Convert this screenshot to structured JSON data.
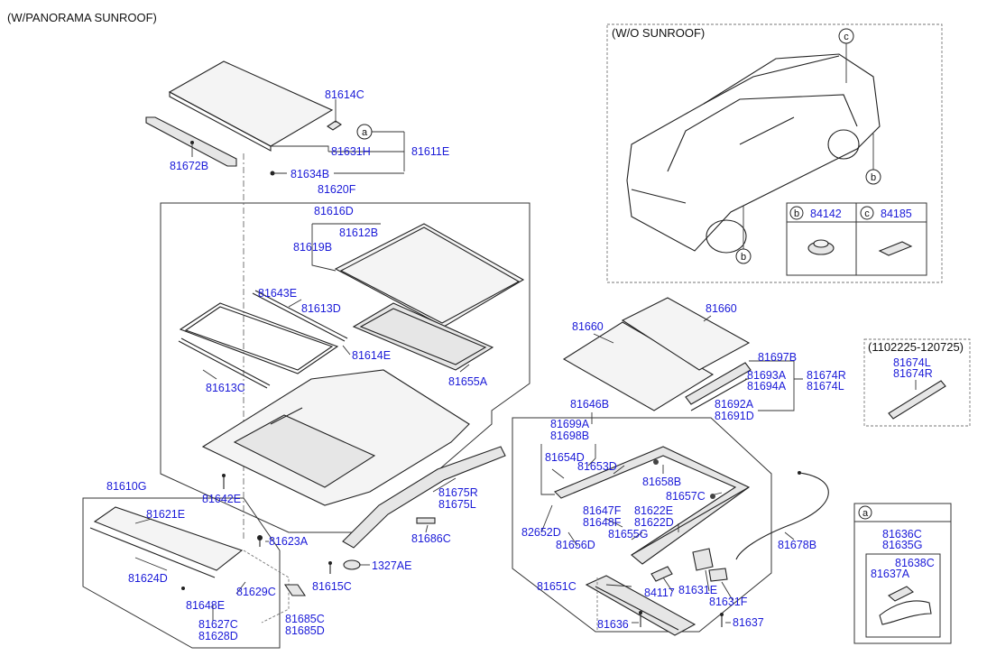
{
  "header": {
    "variant": "(W/PANORAMA SUNROOF)"
  },
  "inset_wo_sunroof": {
    "title": "(W/O SUNROOF)",
    "callouts": {
      "c": "c",
      "b": "b"
    },
    "table": [
      {
        "ref": "b",
        "part": "84142"
      },
      {
        "ref": "c",
        "part": "84185"
      }
    ]
  },
  "inset_date": {
    "title": "(1102225-120725)",
    "parts": [
      "81674L",
      "81674R"
    ]
  },
  "inset_a": {
    "ref": "a",
    "parts": [
      "81636C",
      "81635G",
      "81638C",
      "81637A"
    ]
  },
  "callout_a": "a",
  "labels": {
    "p81614C": "81614C",
    "p81631H": "81631H",
    "p81611E": "81611E",
    "p81672B": "81672B",
    "p81634B": "81634B",
    "p81620F": "81620F",
    "p81616D": "81616D",
    "p81619B": "81619B",
    "p81612B": "81612B",
    "p81643E": "81643E",
    "p81613D": "81613D",
    "p81614E": "81614E",
    "p81613C": "81613C",
    "p81655A": "81655A",
    "p81642E": "81642E",
    "p81675R": "81675R",
    "p81675L": "81675L",
    "p81686C": "81686C",
    "p81623A": "81623A",
    "p1327AE": "1327AE",
    "p81615C": "81615C",
    "p81610G": "81610G",
    "p81621E": "81621E",
    "p81624D": "81624D",
    "p81648E": "81648E",
    "p81629C": "81629C",
    "p81627C": "81627C",
    "p81628D": "81628D",
    "p81685C": "81685C",
    "p81685D": "81685D",
    "p81660a": "81660",
    "p81660b": "81660",
    "p81697B": "81697B",
    "p81693A": "81693A",
    "p81694A": "81694A",
    "p81674R": "81674R",
    "p81674L": "81674L",
    "p81692A": "81692A",
    "p81691D": "81691D",
    "p81646B": "81646B",
    "p81699A": "81699A",
    "p81698B": "81698B",
    "p81654D": "81654D",
    "p81653D": "81653D",
    "p81658B": "81658B",
    "p81657C": "81657C",
    "p82652D": "82652D",
    "p81647F": "81647F",
    "p81648F": "81648F",
    "p81622E": "81622E",
    "p81622D": "81622D",
    "p81656D": "81656D",
    "p81655G": "81655G",
    "p81651C": "81651C",
    "p84117": "84117",
    "p81631E": "81631E",
    "p81631F": "81631F",
    "p81636": "81636",
    "p81637": "81637",
    "p81678B": "81678B"
  }
}
